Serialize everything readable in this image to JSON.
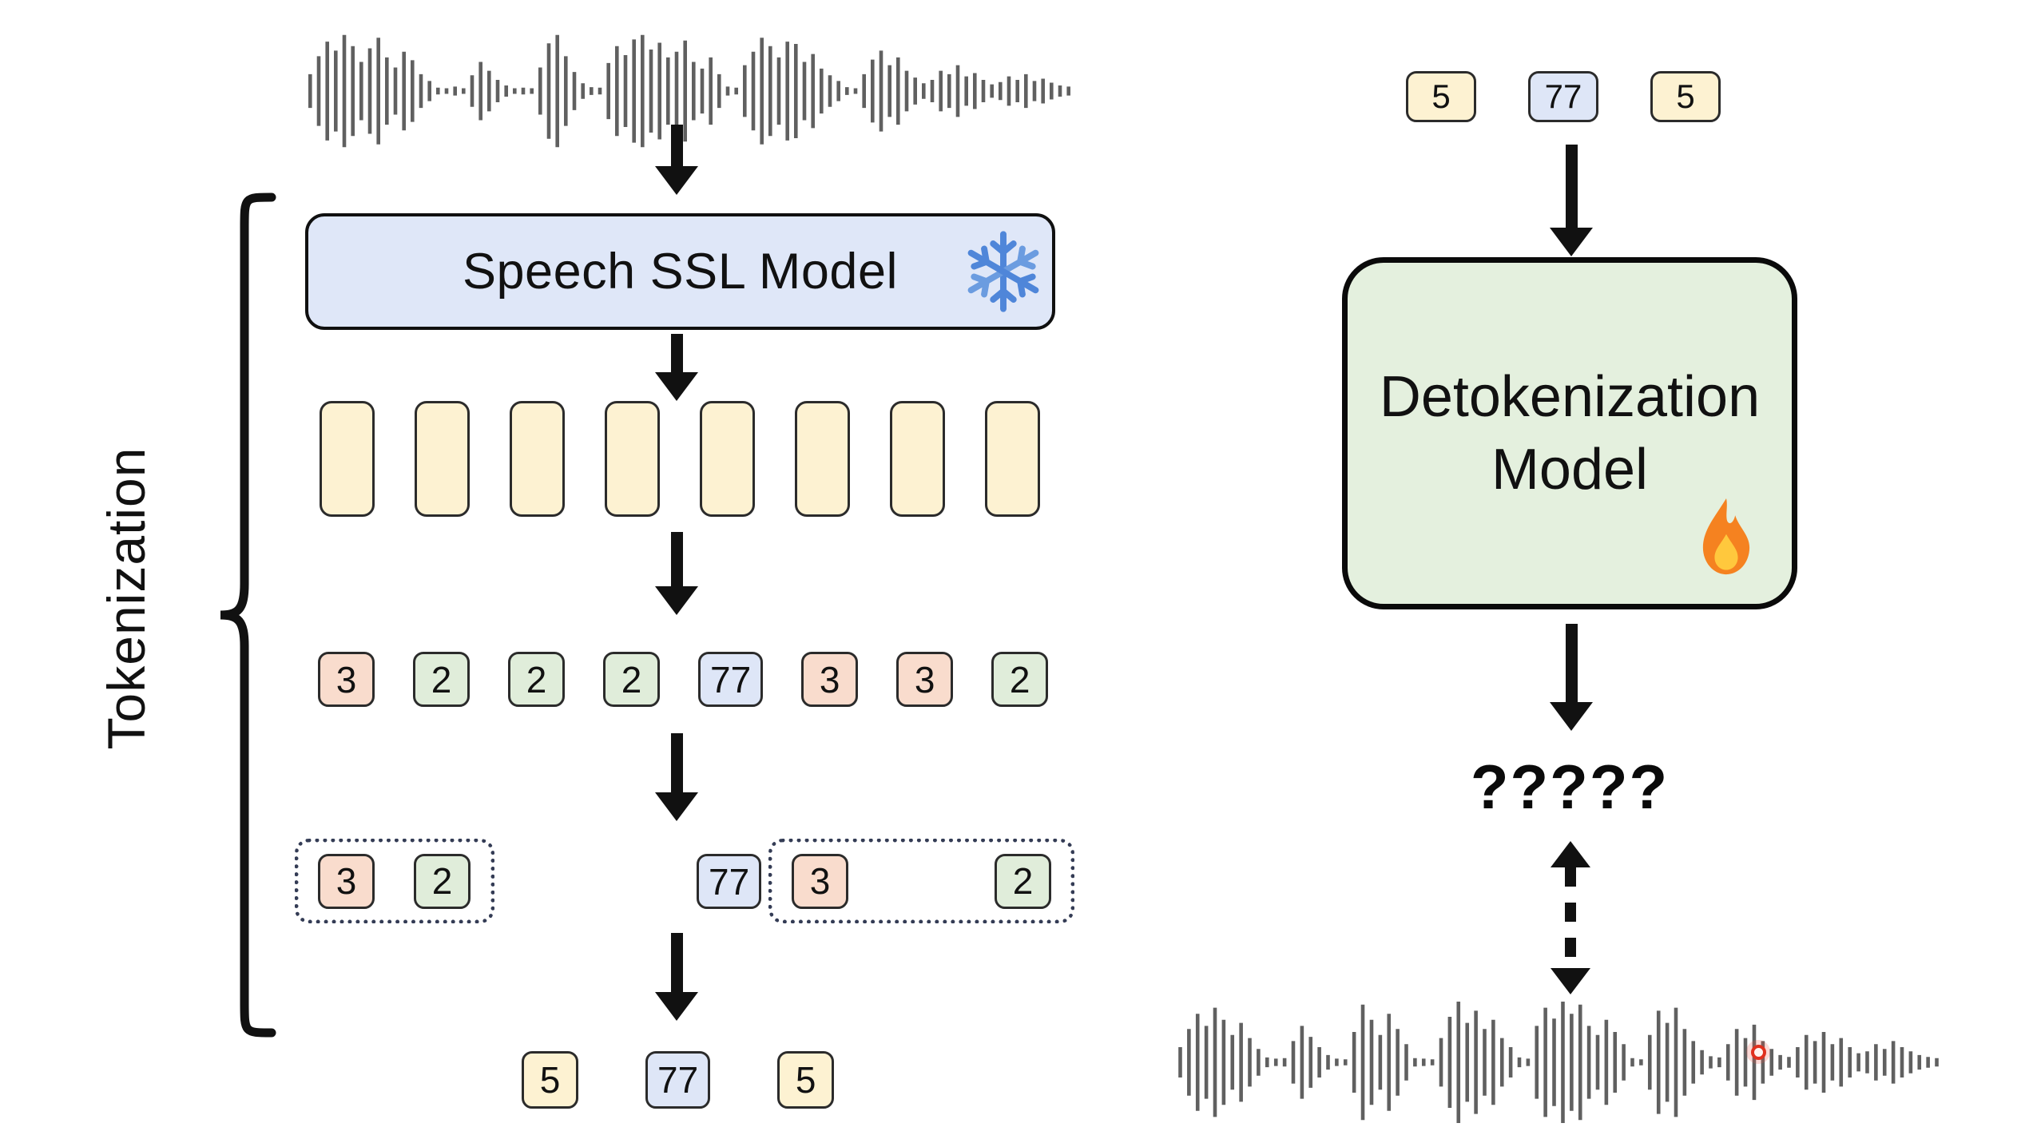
{
  "left": {
    "tokenization_label": "Tokenization",
    "ssl_model_label": "Speech SSL Model",
    "embedding_count": 8,
    "quantized_tokens": [
      "3",
      "2",
      "2",
      "2",
      "77",
      "3",
      "3",
      "2"
    ],
    "dedup": {
      "group1": [
        "3",
        "2"
      ],
      "middle": [
        "77"
      ],
      "group2": [
        "3",
        "2"
      ]
    },
    "final_tokens": [
      "5",
      "77",
      "5"
    ]
  },
  "right": {
    "input_tokens": [
      "5",
      "77",
      "5"
    ],
    "detok_model_label_line1": "Detokenization",
    "detok_model_label_line2": "Model",
    "question_marks": "?????"
  },
  "token_colors": {
    "2": "#e0edda",
    "3": "#f9dccd",
    "5": "#fdf2d2",
    "77": "#dee6f7"
  },
  "colors": {
    "ssl_box": "#dfe7f8",
    "detok_box": "#e4f0de",
    "arrow": "#111111",
    "waveform": "#606060",
    "snowflake": "#4f86d9",
    "flame_outer": "#f58220",
    "flame_inner": "#ffc83d",
    "red_dot": "#e0301e",
    "dotted_border": "#343c55"
  },
  "graphics": {
    "waveform_top": [
      0.3,
      0.62,
      0.88,
      0.72,
      1.0,
      0.8,
      0.52,
      0.76,
      0.95,
      0.6,
      0.42,
      0.7,
      0.55,
      0.3,
      0.18,
      0.06,
      0.05,
      0.08,
      0.05,
      0.28,
      0.52,
      0.36,
      0.2,
      0.1,
      0.05,
      0.06,
      0.05,
      0.42,
      0.85,
      1.0,
      0.62,
      0.34,
      0.14,
      0.07,
      0.06,
      0.5,
      0.8,
      0.64,
      0.92,
      1.0,
      0.74,
      0.86,
      0.6,
      0.7,
      0.9,
      0.52,
      0.4,
      0.6,
      0.3,
      0.08,
      0.06,
      0.46,
      0.7,
      0.95,
      0.8,
      0.6,
      0.88,
      0.84,
      0.52,
      0.66,
      0.4,
      0.28,
      0.18,
      0.07,
      0.05,
      0.3,
      0.56,
      0.72,
      0.46,
      0.6,
      0.36,
      0.24,
      0.14,
      0.2,
      0.36,
      0.3,
      0.46,
      0.26,
      0.32,
      0.2,
      0.12,
      0.16,
      0.26,
      0.2,
      0.3,
      0.18,
      0.22,
      0.15,
      0.1,
      0.08
    ],
    "waveform_bottom": [
      0.25,
      0.55,
      0.8,
      0.6,
      0.9,
      0.7,
      0.45,
      0.65,
      0.4,
      0.22,
      0.08,
      0.06,
      0.07,
      0.35,
      0.6,
      0.42,
      0.25,
      0.12,
      0.06,
      0.05,
      0.5,
      0.95,
      0.7,
      0.45,
      0.8,
      0.55,
      0.3,
      0.07,
      0.06,
      0.05,
      0.4,
      0.75,
      1.0,
      0.65,
      0.85,
      0.55,
      0.7,
      0.4,
      0.25,
      0.08,
      0.06,
      0.6,
      0.9,
      0.72,
      1.0,
      0.8,
      0.95,
      0.6,
      0.45,
      0.7,
      0.5,
      0.3,
      0.07,
      0.05,
      0.45,
      0.85,
      0.65,
      0.9,
      0.55,
      0.35,
      0.2,
      0.1,
      0.08,
      0.3,
      0.55,
      0.4,
      0.62,
      0.35,
      0.22,
      0.12,
      0.09,
      0.25,
      0.45,
      0.35,
      0.5,
      0.3,
      0.4,
      0.25,
      0.15,
      0.18,
      0.3,
      0.22,
      0.35,
      0.25,
      0.18,
      0.12,
      0.09,
      0.07
    ]
  }
}
